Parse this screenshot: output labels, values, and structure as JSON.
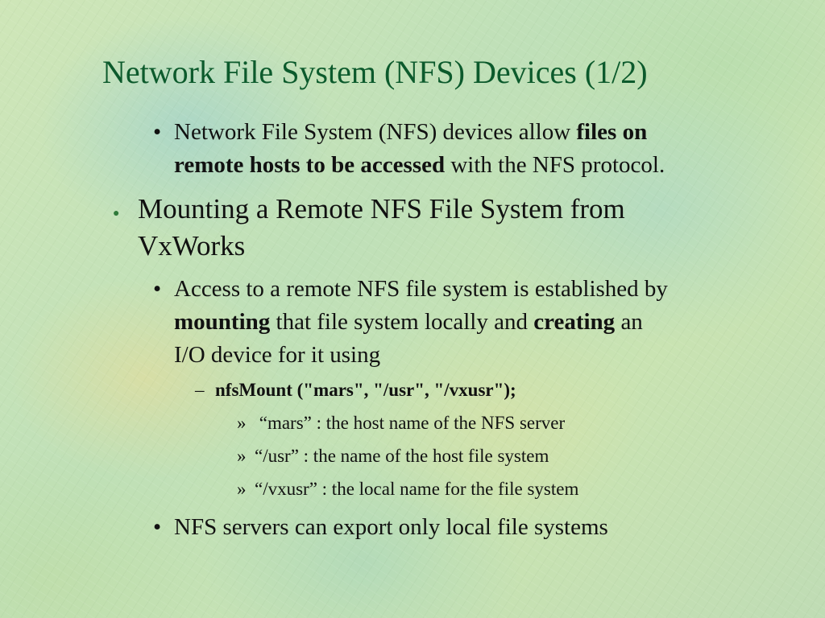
{
  "slide": {
    "title": "Network File System (NFS) Devices (1/2)",
    "items": [
      {
        "bullet": "•",
        "line1_a": "Network File System (NFS) devices allow ",
        "line1_b": "files on",
        "line2_a": "remote hosts to be accessed",
        "line2_b": " with the NFS protocol."
      },
      {
        "bullet": "●",
        "line1": "Mounting a Remote NFS File System from",
        "line2": "VxWorks"
      },
      {
        "bullet": "•",
        "line1": "Access to a remote NFS file system is established by",
        "line2_a": "mounting",
        "line2_b": " that file system locally and ",
        "line2_c": "creating",
        "line2_d": " an",
        "line3": "I/O device for it using"
      },
      {
        "bullet": "–",
        "code": "nfsMount (\"mars\", \"/usr\", \"/vxusr\");"
      },
      {
        "bullet": "»",
        "text": " “mars” : the host name of the NFS server"
      },
      {
        "bullet": "»",
        "text": "“/usr” : the name of the host file system"
      },
      {
        "bullet": "»",
        "text": "“/vxusr” : the local name for the file system"
      },
      {
        "bullet": "•",
        "text": "NFS servers can export only local file systems"
      }
    ]
  }
}
